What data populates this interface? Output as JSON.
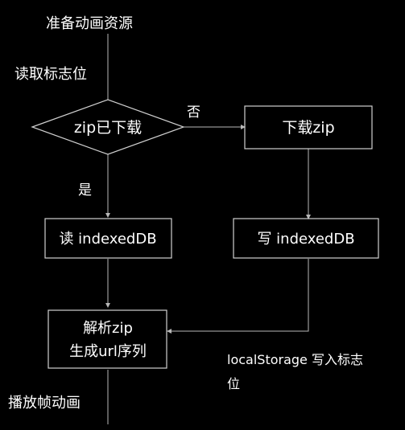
{
  "diagram": {
    "start_label": "准备动画资源",
    "read_flag_label": "读取标志位",
    "decision_label": "zip已下载",
    "branch_no_label": "否",
    "branch_yes_label": "是",
    "download_box_label": "下载zip",
    "read_db_box_label": "读 indexedDB",
    "write_db_box_label": "写 indexedDB",
    "parse_box_line1": "解析zip",
    "parse_box_line2": "生成url序列",
    "write_flag_line1": "localStorage 写入标志",
    "write_flag_line2": "位",
    "end_label": "播放帧动画"
  },
  "colors": {
    "background": "#000000",
    "text": "#ffffff",
    "line": "#b8b8b8"
  }
}
